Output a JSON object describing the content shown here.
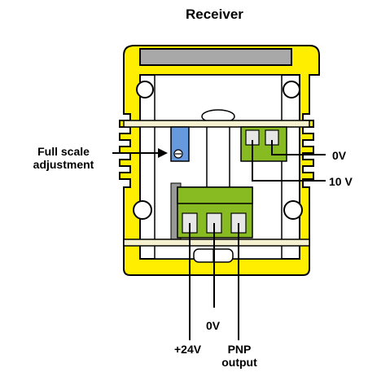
{
  "title": "Receiver",
  "labels": {
    "full_scale_line1": "Full scale",
    "full_scale_line2": "adjustment",
    "zero_v_right": "0V",
    "ten_v": "10 V",
    "zero_v_bottom": "0V",
    "plus_24v": "+24V",
    "pnp_line1": "PNP",
    "pnp_line2": "output"
  },
  "colors": {
    "housing": "#ffee00",
    "terminal_block": "#88bb22",
    "potentiometer": "#6699dd",
    "plate": "#f5f0d0",
    "top_bar": "#a8a8a8",
    "cylinder": "#ffffff"
  }
}
